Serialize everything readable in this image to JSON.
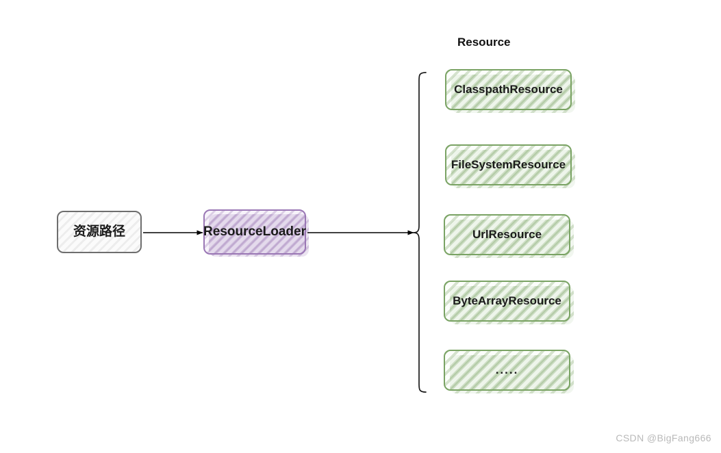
{
  "diagram": {
    "title_caption": "Resource",
    "background": "#ffffff",
    "colors": {
      "gray_border": "#6e6e6e",
      "purple_border": "#9a77b5",
      "green_border": "#7aa364",
      "line": "#000000",
      "watermark": "#b9b9b9"
    },
    "source_node": {
      "label": "资源路径",
      "style": "gray-hatched"
    },
    "loader_node": {
      "label": "ResourceLoader",
      "style": "purple-hatched"
    },
    "brace": {
      "name": "curly-brace",
      "orientation": "opens-right"
    },
    "arrows": [
      {
        "name": "arrow-path-to-loader",
        "from": "资源路径",
        "to": "ResourceLoader"
      },
      {
        "name": "arrow-loader-to-resources",
        "from": "ResourceLoader",
        "to": "Resource"
      }
    ],
    "resource_nodes": [
      {
        "label": "ClasspathResource",
        "style": "green-hatched"
      },
      {
        "label": "FileSystemResource",
        "style": "green-hatched"
      },
      {
        "label": "UrlResource",
        "style": "green-hatched"
      },
      {
        "label": "ByteArrayResource",
        "style": "green-hatched"
      },
      {
        "label": ".....",
        "style": "green-hatched"
      }
    ]
  },
  "watermark": {
    "text": "CSDN @BigFang666"
  }
}
